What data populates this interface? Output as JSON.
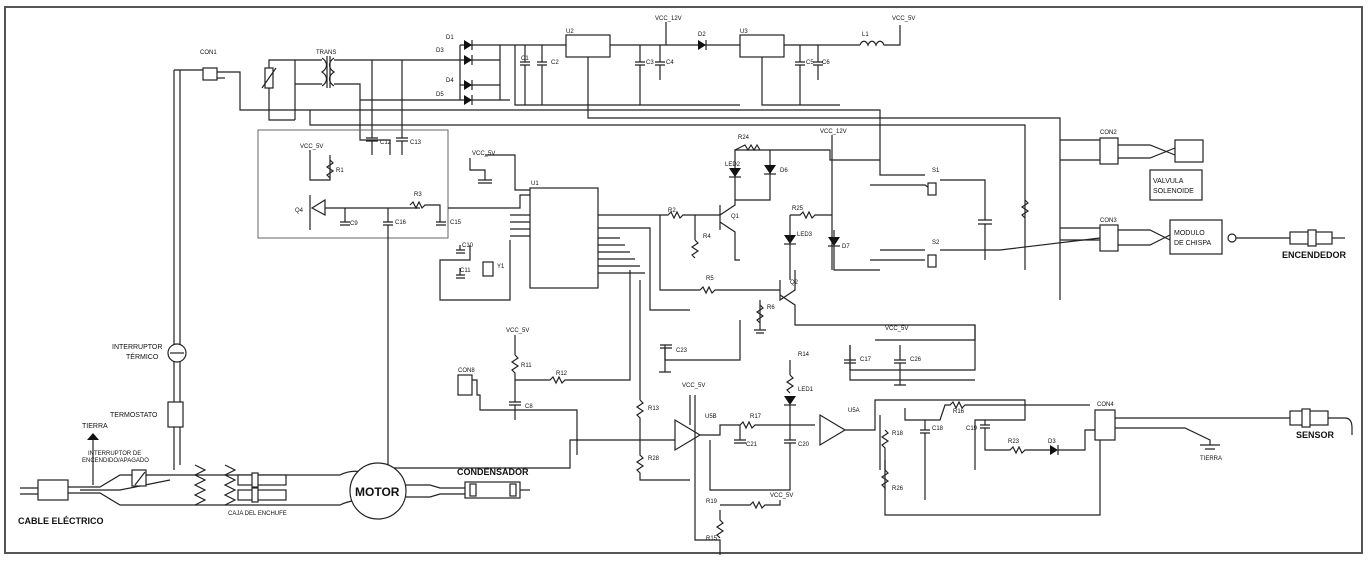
{
  "components": {
    "conn1": "CON1",
    "trans": "TRANS",
    "d1": "D1",
    "d3": "D3",
    "d4": "D4",
    "d5": "D5",
    "c1": "C1",
    "c2": "C2",
    "c3": "C3",
    "c4": "C4",
    "c5": "C5",
    "c6": "C6",
    "u2": "U2",
    "d2": "D2",
    "u3": "U3",
    "l1": "L1",
    "vcc12_top": "VCC_12V",
    "vcc5_top": "VCC_5V",
    "c12": "C12",
    "c13": "C13",
    "vcc5_a": "VCC_5V",
    "vcc5_b": "VCC_5V",
    "r1": "R1",
    "q4": "Q4",
    "c9": "C9",
    "r3": "R3",
    "c16": "C16",
    "c15": "C15",
    "u1": "U1",
    "c10": "C10",
    "c11": "C11",
    "y1": "Y1",
    "r24": "R24",
    "led2": "LED2",
    "d6": "D6",
    "vcc12_mid": "VCC_12V",
    "r2": "R2",
    "r4": "R4",
    "q1": "Q1",
    "r25": "R25",
    "led3": "LED3",
    "d7": "D7",
    "r5": "R5",
    "q2": "Q2",
    "r6": "R6",
    "s1": "S1",
    "s2": "S2",
    "con2": "CON2",
    "con3": "CON3",
    "valve": [
      "VALVULA",
      "SOLENOIDE"
    ],
    "spark": [
      "MODULO",
      "DE CHISPA"
    ],
    "c23": "C23",
    "vcc5_c": "VCC_5V",
    "c17": "C17",
    "c26": "C26",
    "con8": "CON8",
    "vcc5_d": "VCC_5V",
    "r11": "R11",
    "r12": "R12",
    "c8": "C8",
    "r14": "R14",
    "led1": "LED1",
    "vcc5_e": "VCC_5V",
    "r13": "R13",
    "r28": "R28",
    "u5b": "U5B",
    "r17": "R17",
    "c21": "C21",
    "c20": "C20",
    "u5a": "U5A",
    "r16": "R16",
    "c18": "C18",
    "c19": "C19",
    "r18": "R18",
    "r26": "R26",
    "r23": "R23",
    "d3b": "D3",
    "con4": "CON4",
    "r19": "R19",
    "vcc5_f": "VCC_5V",
    "r15": "R15"
  },
  "labels": {
    "interruptor": [
      "INTERRUPTOR",
      "TÉRMICO"
    ],
    "termostato": "TERMOSTATO",
    "tierra_left": "TIERRA",
    "interruptor_encendido": [
      "INTERRUPTOR DE",
      "ENCENDIDO/APAGADO"
    ],
    "cable": "CABLE ELÉCTRICO",
    "caja": "CAJA DEL ENCHUFE",
    "motor": "MOTOR",
    "condensador": "CONDENSADOR",
    "encendedor": "ENCENDEDOR",
    "sensor": "SENSOR",
    "tierra_right": "TIERRA"
  }
}
